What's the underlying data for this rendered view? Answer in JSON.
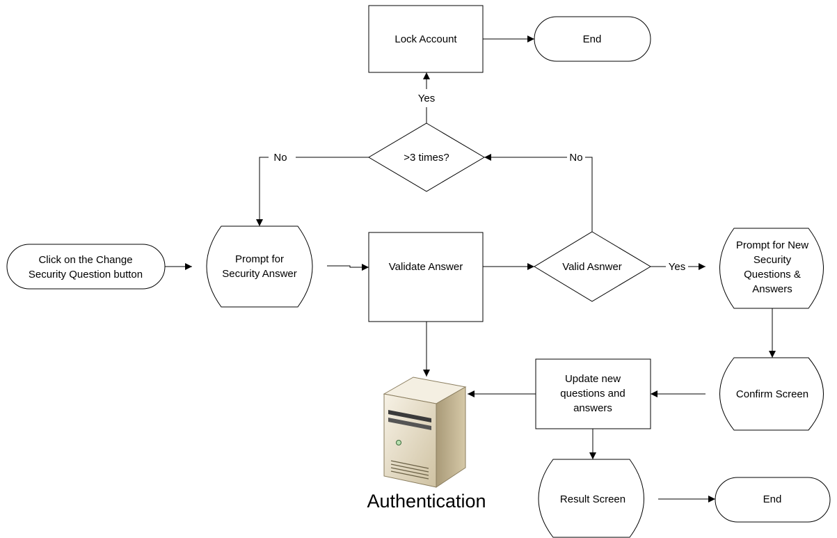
{
  "nodes": {
    "start_click": [
      "Click on the Change",
      "Security Question button"
    ],
    "prompt_answer": [
      "Prompt for",
      "Security Answer"
    ],
    "validate_answer": [
      "Validate Answer"
    ],
    "valid_answer": [
      "Valid Asnwer"
    ],
    "prompt_new": [
      "Prompt for New",
      "Security",
      "Questions &",
      "Answers"
    ],
    "confirm_screen": [
      "Confirm Screen"
    ],
    "update_new": [
      "Update new",
      "questions and",
      "answers"
    ],
    "result_screen": [
      "Result Screen"
    ],
    "end_bottom": [
      "End"
    ],
    "three_times": [
      ">3 times?"
    ],
    "lock_account": [
      "Lock Account"
    ],
    "end_top": [
      "End"
    ],
    "authentication": [
      "Authentication"
    ]
  },
  "edge_labels": {
    "valid_yes": "Yes",
    "valid_no": "No",
    "three_times_yes": "Yes",
    "three_times_no": "No"
  },
  "colors": {
    "server_body": "#d8cdb2",
    "server_front": "#efe8d6",
    "server_dark": "#3a3a3a"
  }
}
